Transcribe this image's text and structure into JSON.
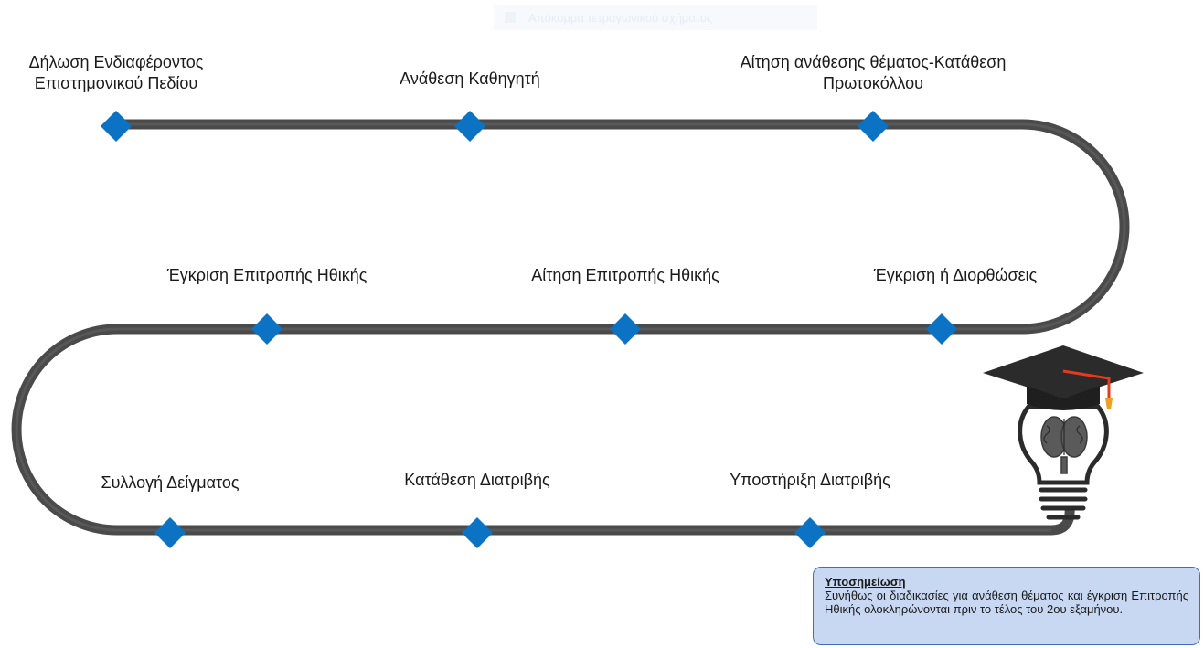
{
  "screen_clip": {
    "caption": "Απόκομμα τετραγωνικού σχήματος"
  },
  "steps": [
    {
      "label": "Δήλωση Ενδιαφέροντος\nΕπιστημονικού Πεδίου"
    },
    {
      "label": "Ανάθεση Καθηγητή"
    },
    {
      "label": "Αίτηση ανάθεσης θέματος-Κατάθεση\nΠρωτοκόλλου"
    },
    {
      "label": "Έγκριση ή Διορθώσεις"
    },
    {
      "label": "Αίτηση Επιτροπής Ηθικής"
    },
    {
      "label": "Έγκριση Επιτροπής Ηθικής"
    },
    {
      "label": "Συλλογή Δείγματος"
    },
    {
      "label": "Κατάθεση Διατριβής"
    },
    {
      "label": "Υποστήριξη Διατριβής"
    }
  ],
  "note": {
    "title": "Υποσημείωση",
    "text": "Συνήθως οι διαδικασίες για ανάθεση θέματος και έγκριση Επιτροπής Ηθικής ολοκληρώνονται πριν το τέλος του 2ου εξαμήνου."
  },
  "colors": {
    "road": "#4a4a4a",
    "milestone": "#0b72c4",
    "note_bg": "#c8d8f2",
    "note_border": "#3f6fb6",
    "cap": "#2b2b2b",
    "tassel": "#e63a1a"
  },
  "icons": {
    "milestone": "diamond-marker-icon",
    "goal": "graduation-cap-lightbulb-icon"
  }
}
